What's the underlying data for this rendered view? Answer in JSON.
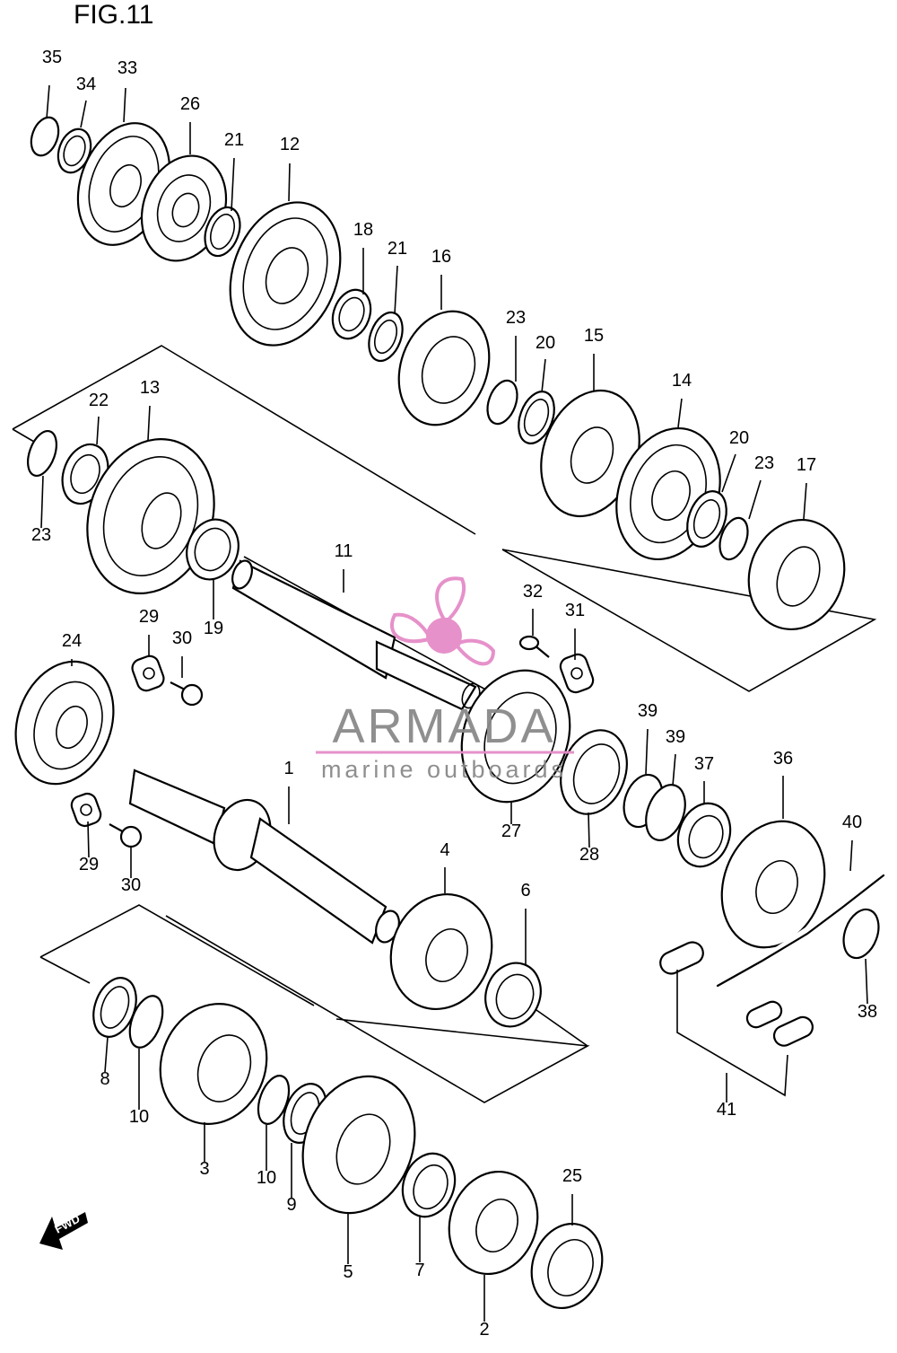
{
  "figure": {
    "title": "FIG.11"
  },
  "callouts": [
    "35",
    "34",
    "33",
    "26",
    "21",
    "12",
    "18",
    "21",
    "16",
    "23",
    "20",
    "15",
    "14",
    "20",
    "23",
    "17",
    "22",
    "13",
    "23",
    "19",
    "11",
    "29",
    "30",
    "24",
    "32",
    "31",
    "1",
    "29",
    "30",
    "4",
    "6",
    "27",
    "28",
    "39",
    "39",
    "37",
    "36",
    "40",
    "38",
    "8",
    "10",
    "3",
    "10",
    "9",
    "5",
    "7",
    "2",
    "25",
    "41"
  ],
  "watermark": {
    "brand": "ARMADA",
    "tagline": "marine outboards",
    "color": "#e58cc8"
  },
  "fwd_label": "FWD"
}
